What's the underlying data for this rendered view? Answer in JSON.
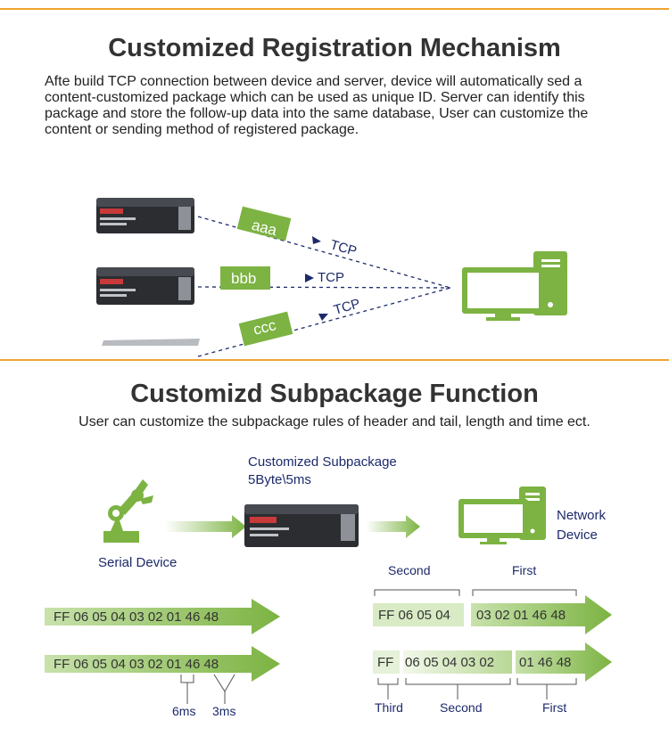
{
  "section1": {
    "title": "Customized Registration Mechanism",
    "description": "Afte build TCP connection between device and server, device will automatically sed a content-customized package which can be used as unique ID. Server can identify this package and store the follow-up data into the same database, User can customize the content or sending method of registered package.",
    "packages": [
      {
        "label": "aaa",
        "protocol": "TCP"
      },
      {
        "label": "bbb",
        "protocol": "TCP"
      },
      {
        "label": "ccc",
        "protocol": "TCP"
      }
    ]
  },
  "section2": {
    "title": "Customizd Subpackage Function",
    "description": "User can customize the subpackage rules of header and tail, length and time ect.",
    "device_caption_line1": "Customized Subpackage",
    "device_caption_line2": "5Byte\\5ms",
    "serial_device_label": "Serial Device",
    "network_device_label_line1": "Network",
    "network_device_label_line2": "Device",
    "input_stream_1": "FF 06 05 04 03 02 01 46 48",
    "input_stream_2": "FF 06 05 04 03 02 01 46 48",
    "timing_label_1": "6ms",
    "timing_label_2": "3ms",
    "output_row1": {
      "second_label": "Second",
      "first_label": "First",
      "second_data": "FF 06 05 04",
      "first_data": "03 02 01 46 48"
    },
    "output_row2": {
      "third_label": "Third",
      "second_label": "Second",
      "first_label": "First",
      "third_data": "FF",
      "second_data": "06 05 04 03 02",
      "first_data": "01 46 48"
    }
  },
  "colors": {
    "accent_rule": "#f0a431",
    "green": "#7cb342",
    "light_green": "#cfe5b4",
    "navy": "#1c2a6b"
  }
}
